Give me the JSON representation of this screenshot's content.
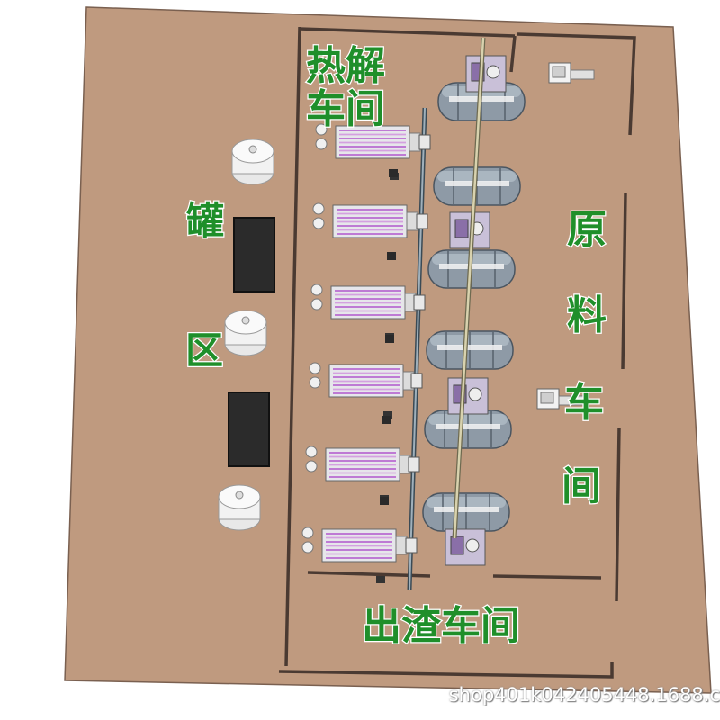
{
  "labels": {
    "pyrolysis_workshop_line1": "热解",
    "pyrolysis_workshop_line2": "车间",
    "tank_area_char1": "罐",
    "tank_area_char2": "区",
    "raw_material_workshop_chars": [
      "原",
      "料",
      "车",
      "间"
    ],
    "slag_workshop": "出渣车间"
  },
  "watermark": "shop401k042405448.1688.c",
  "colors": {
    "floor": "#bf9a7f",
    "label_green": "#1f8f2a",
    "wall": "#4a3a32",
    "reactor": "#8e9aa6",
    "tank": "#f2f2f2",
    "pad": "#2b2b2b",
    "conveyor": "#b8b090",
    "condenser_stripe": "#b86ad0"
  }
}
